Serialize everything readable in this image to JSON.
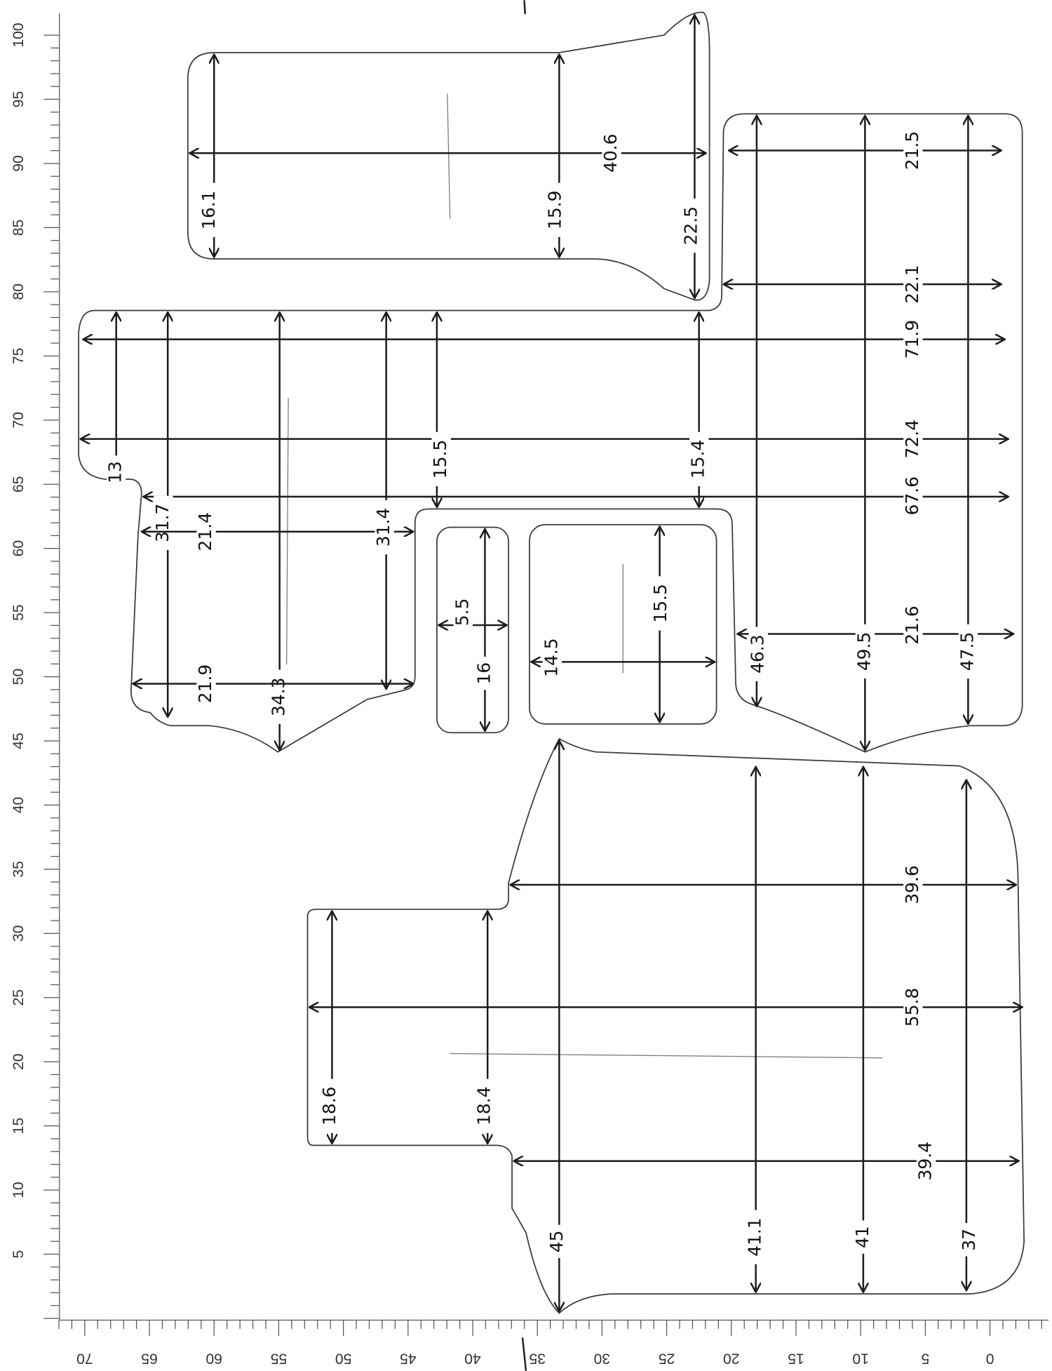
{
  "document": {
    "left_ruler": {
      "labels": [
        "5",
        "10",
        "15",
        "20",
        "25",
        "30",
        "35",
        "40",
        "45",
        "50",
        "55",
        "60",
        "65",
        "70",
        "75",
        "80",
        "85",
        "90",
        "95",
        "100"
      ]
    },
    "bottom_ruler": {
      "labels": [
        "70",
        "65",
        "60",
        "55",
        "50",
        "45",
        "40",
        "35",
        "30",
        "25",
        "20",
        "15",
        "10",
        "5",
        "0"
      ]
    },
    "dimensions": {
      "p1_width_left": "16.1",
      "p1_width_mid": "15.9",
      "p1_width_right": "22.5",
      "p1_length": "40.6",
      "p3_top": "21.5",
      "p3_upper": "22.1",
      "p_len_a": "71.9",
      "p_len_b": "72.4",
      "p_len_c": "67.6",
      "p3_lower": "21.6",
      "p3_w1": "46.3",
      "p3_w2": "49.5",
      "p3_w3": "47.5",
      "p2_notch": "13",
      "p2_w1": "31.7",
      "p2_h1": "21.4",
      "p2_w2": "34.3",
      "p2_w3": "31.4",
      "p2_w4": "15.5",
      "p2_w5": "15.4",
      "p2_h2": "21.9",
      "small_w": "5.5",
      "small_h": "16",
      "med_w": "14.5",
      "med_h": "15.5",
      "p4_w1": "45",
      "p4_w2": "41.1",
      "p4_w3": "41",
      "p4_w4": "37",
      "p4_l1": "39.6",
      "p4_l2": "55.8",
      "p4_l3": "39.4",
      "p4_tab1": "18.6",
      "p4_tab2": "18.4"
    }
  }
}
